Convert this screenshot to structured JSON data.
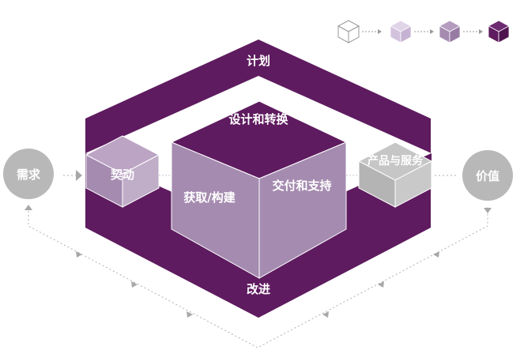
{
  "labels": {
    "plan": "计划",
    "improve": "改进",
    "engage": "契动",
    "design": "设计和转换",
    "obtain": "获取/构建",
    "deliver": "交付和支持",
    "products": "产品与服务",
    "demand": "需求",
    "value": "价值"
  },
  "colors": {
    "dark_purple": "#5e1b5f",
    "mid_purple": "#a58bb0",
    "light_purple": "#d3c2dd",
    "cube_gray": "#bcbcbc",
    "circle_gray": "#b8b8b8",
    "dotted_line": "#b0b0b0"
  },
  "legend_icons": [
    "cube-outline-icon",
    "cube-light-icon",
    "cube-mid-icon",
    "cube-dark-icon"
  ]
}
